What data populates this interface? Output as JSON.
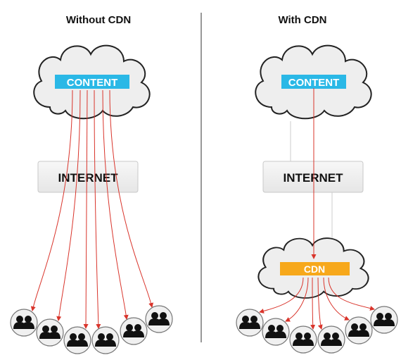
{
  "panels": {
    "left": {
      "heading": "Without CDN",
      "content_label": "CONTENT",
      "internet_label": "INTERNET",
      "user_count": 6
    },
    "right": {
      "heading": "With CDN",
      "content_label": "CONTENT",
      "internet_label": "INTERNET",
      "cdn_label": "CDN",
      "user_count": 6
    }
  },
  "colors": {
    "content_badge": "#2ab8e6",
    "cdn_badge": "#f7a81b",
    "arrow": "#d9342b",
    "cloud_fill": "#eeeeee",
    "cloud_stroke": "#222222",
    "divider": "#555555",
    "user_icon": "#111111"
  },
  "icons": {
    "user": "user-group-icon",
    "cloud": "cloud-icon"
  }
}
